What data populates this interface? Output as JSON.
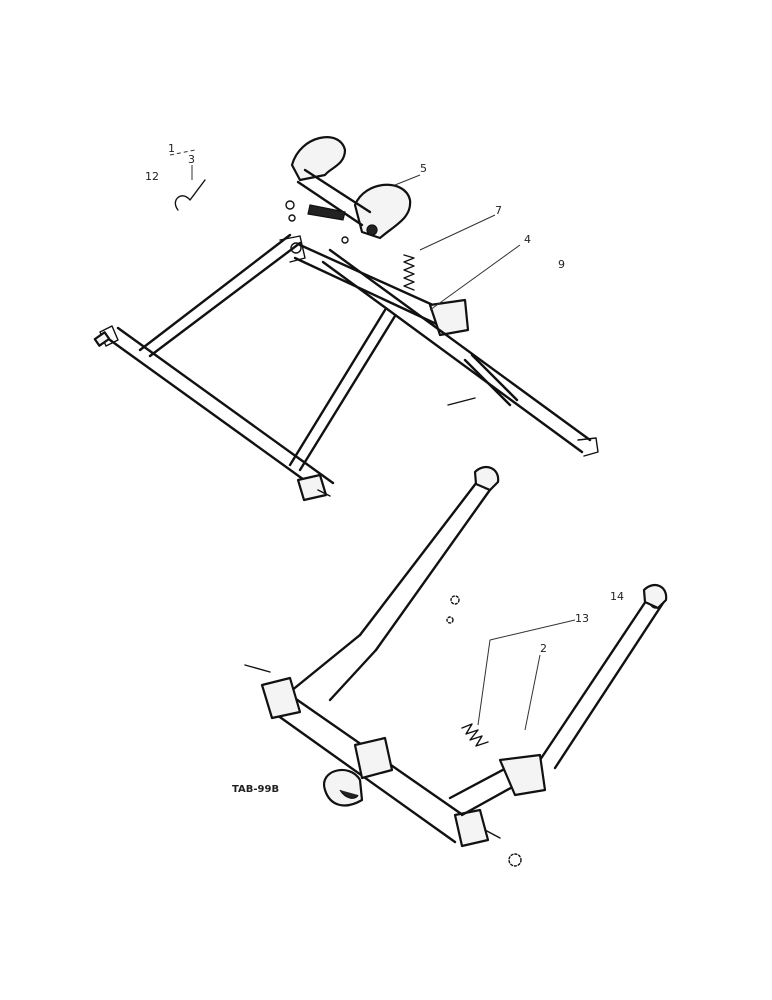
{
  "callouts": {
    "c1": "1",
    "c2": "2",
    "c3": "3",
    "c5": "5",
    "c7": "7",
    "c4": "4",
    "c9": "9",
    "c12": "12",
    "c13": "13",
    "c14": "14"
  },
  "figure_id": "TAB-99B"
}
